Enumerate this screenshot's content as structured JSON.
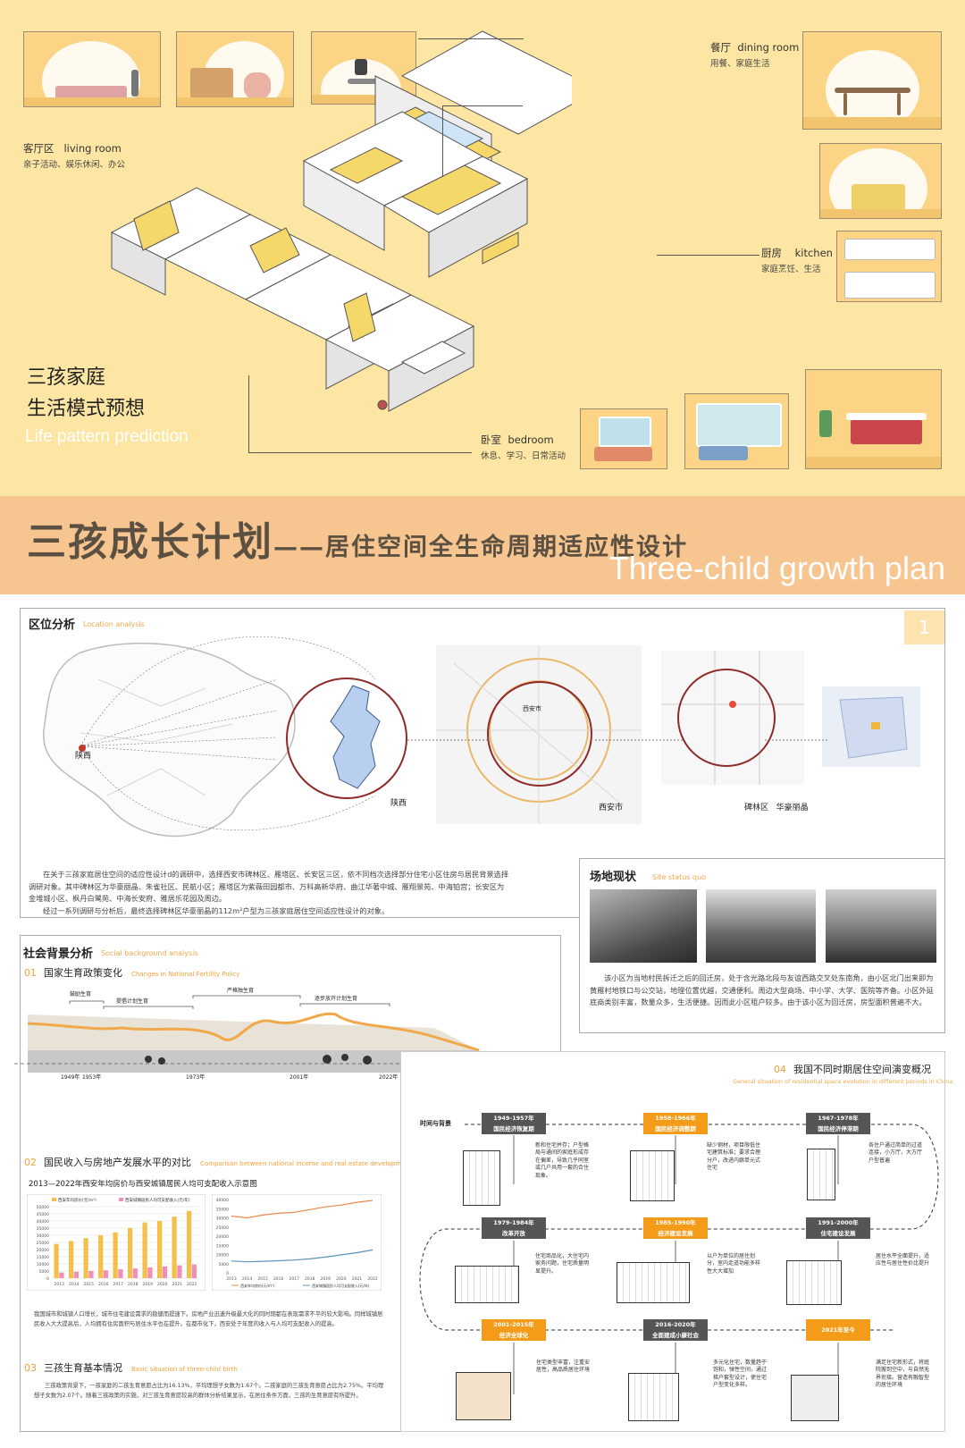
{
  "poster": {
    "main_title": "三孩成长计划",
    "main_title_sub": "——居住空间全生命周期适应性设计",
    "main_title_en": "Three-child growth plan",
    "page_number": "1"
  },
  "lifestyle": {
    "title_line1": "三孩家庭",
    "title_line2": "生活模式预想",
    "title_en": "Life pattern prediction",
    "rooms": {
      "living": {
        "name": "客厅区",
        "name_en": "living room",
        "desc": "亲子活动、娱乐休闲、办公"
      },
      "dining": {
        "name": "餐厅",
        "name_en": "dining room",
        "desc": "用餐、家庭生活"
      },
      "kitchen": {
        "name": "厨房",
        "name_en": "kitchen",
        "desc": "家庭烹饪、生活"
      },
      "bedroom": {
        "name": "卧室",
        "name_en": "bedroom",
        "desc": "休息、学习、日常活动"
      }
    }
  },
  "location": {
    "title": "区位分析",
    "title_en": "Location analysis",
    "labels": {
      "province_dot": "陕西",
      "province": "陕西",
      "city": "西安市",
      "district": "碑林区",
      "estate": "华豪丽晶"
    },
    "map_tags": {
      "city_center": "西安市"
    },
    "paragraph1": "在关于三孩家庭居住空间的适应性设计d的调研中，选择西安市碑林区、雁塔区、长安区三区，依不同档次选择部分住宅小区住房与居民背景选择调研对象。其中碑林区为华豪丽晶、朱雀社区、民航小区；雁塔区为紫薇田园都市、万科高新华府、曲江华著中城、雁翔景苑、中海铂宫；长安区为金堆城小区、枫丹白鹭苑、中海长安府、雅居乐花园及周边。",
    "paragraph2": "经过一系列调研与分析后，最终选择碑林区华豪丽晶的112m²户型为三孩家庭居住空间适应性设计的对象。"
  },
  "site": {
    "title": "场地现状",
    "title_en": "Site status quo",
    "paragraph": "该小区为当地村民拆迁之后的回迁房，处于含光路北段与友谊西路交叉处东南角，由小区北门出来即为黄雁村地铁口与公交站，地理位置优越，交通便利。周边大型商场、中小学、大学、医院等齐备。小区外延底商类别丰富，数量众多，生活便捷。因而此小区租户较多。由于该小区为回迁房，房型面积普遍不大。"
  },
  "social": {
    "title": "社会背景分析",
    "title_en": "Social background analysis",
    "s1": {
      "num": "01",
      "title": "国家生育政策变化",
      "en": "Changes in National Fertility Policy"
    },
    "policy_labels": [
      "鼓励生育",
      "提倡计划生育",
      "严格独生育",
      "逐步放开计划生育"
    ],
    "years": [
      "1949年",
      "1953年",
      "1973年",
      "2001年",
      "2022年"
    ],
    "s2": {
      "num": "02",
      "title": "国民收入与房地产发展水平的对比",
      "en": "Comparison between national income and real estate development level"
    },
    "chart_caption": "2013—2022年西安年均房价与西安城镇居民人均可支配收入示意图",
    "s2_para": "我国城市和城镇人口增长，城市住宅建设需求的稳健而提速下。房地产业迅速升级最大化的同时期都在表现需求不平的较大影响。同样城镇居民收入大大提高后，人均拥有住房面积与居住水平也在提升。在都市化下，西安处于年度的收入与人均可支配收入的提高。",
    "s3": {
      "num": "03",
      "title": "三孩生育基本情况",
      "en": "Basic situation of three-child birth"
    },
    "s3_para": "三孩政策背景下，一孩家庭的二孩生育意愿占比为16.13%，平均理想子女数为1.67个。二孩家庭的三孩生育意愿占比为2.75%。平均理想子女数为2.07个。随着三孩政策的实施，对三孩生育意愿较高的群体分析结果显示，在居住条件方面，三孩的生育意愿有所提升。"
  },
  "chart_data": [
    {
      "type": "bar",
      "title": "",
      "legend": [
        "西安年均房价(元/m²)",
        "西安城镇居民人均可支配收入(元/年)"
      ],
      "categories": [
        "2013",
        "2014",
        "2015",
        "2016",
        "2017",
        "2018",
        "2019",
        "2020",
        "2021",
        "2022"
      ],
      "series": [
        {
          "name": "西安年均房价(元/m²)",
          "values": [
            24000,
            26000,
            28000,
            30000,
            32000,
            35000,
            39000,
            40000,
            43000,
            47000
          ]
        },
        {
          "name": "西安城镇居民人均可支配收入(元/年)",
          "values": [
            4000,
            4500,
            5000,
            5500,
            6200,
            6800,
            7500,
            8200,
            9000,
            9500
          ]
        }
      ],
      "yticks": [
        "50000",
        "45000",
        "40000",
        "35000",
        "30000",
        "25000",
        "20000",
        "15000",
        "10000",
        "5000",
        "0"
      ],
      "ylim": [
        0,
        50000
      ],
      "colors": [
        "#f5c04a",
        "#f28fb6"
      ]
    },
    {
      "type": "line",
      "legend": [
        "西安年均房价(元/m²)",
        "西安城镇居民人均可支配收入(元/年)"
      ],
      "categories": [
        "2013",
        "2014",
        "2015",
        "2016",
        "2017",
        "2018",
        "2019",
        "2020",
        "2021",
        "2022"
      ],
      "series": [
        {
          "name": "西安年均房价(元/m²)",
          "values": [
            31000,
            30000,
            31500,
            32500,
            33000,
            34500,
            36000,
            37000,
            38500,
            39500
          ]
        },
        {
          "name": "西安城镇居民人均可支配收入(元/年)",
          "values": [
            6500,
            6000,
            6300,
            6600,
            7000,
            7600,
            8600,
            9800,
            11000,
            12500
          ]
        }
      ],
      "yticks": [
        "40000",
        "35000",
        "30000",
        "25000",
        "20000",
        "15000",
        "10000",
        "5000",
        "0"
      ],
      "ylim": [
        0,
        40000
      ],
      "colors": [
        "#e6874a",
        "#5b93b8"
      ]
    }
  ],
  "evolution": {
    "num": "04",
    "title": "我国不同时期居住空间演变概况",
    "title_en": "General situation of residential space evolution in different periods in China",
    "time_label": "时间与背景",
    "eras": [
      {
        "label": "1949-1957年\n国民经济恢复期",
        "style": "dark",
        "desc": "新和住宅并存；户型格局与通间的家庭形成存在偏差，导致几乎同室或几户共用一套的合住现象。"
      },
      {
        "label": "1958-1966年\n国民经济调整期",
        "style": "org",
        "desc": "缺少钢材，项目限低住宅建筑标准；要求合理分户，改进内廊单元式住宅"
      },
      {
        "label": "1967-1978年\n国民经济停滞期",
        "style": "dark",
        "desc": "各住户通过简单的过道连接，小方厅，大方厅户型普遍"
      },
      {
        "label": "1979-1984年\n改革开放",
        "style": "dark",
        "desc": "住宅商品化，大住宅内家务问题，住宅质量明显提升。"
      },
      {
        "label": "1985-1990年\n经济建设发展",
        "style": "org",
        "desc": "以户为单位的居住划分，室内走道功能多样性大大增加"
      },
      {
        "label": "1991-2000年\n住宅建设发展",
        "style": "dark",
        "desc": "居住水平全面提升，适应性与居住性价比提升"
      },
      {
        "label": "2001-2015年\n经济全球化",
        "style": "org",
        "desc": "住宅类型丰富，注重安居性，高品质居住环境"
      },
      {
        "label": "2016-2020年\n全面建成小康社会",
        "style": "dark",
        "desc": "多元化住宅，数量趋于饱和，弹性空间，通过梯户套型设计，使住宅户型变化多样。"
      },
      {
        "label": "2021年至今",
        "style": "org",
        "desc": "满足住宅新形式，将庭院搬到空中，与自然无界衔接。营造有融智型的居住环境"
      }
    ]
  },
  "colors": {
    "top_bg": "#fde6a3",
    "band": "#f7c58f",
    "accent": "#f5a13a",
    "dark": "#5b5041"
  }
}
